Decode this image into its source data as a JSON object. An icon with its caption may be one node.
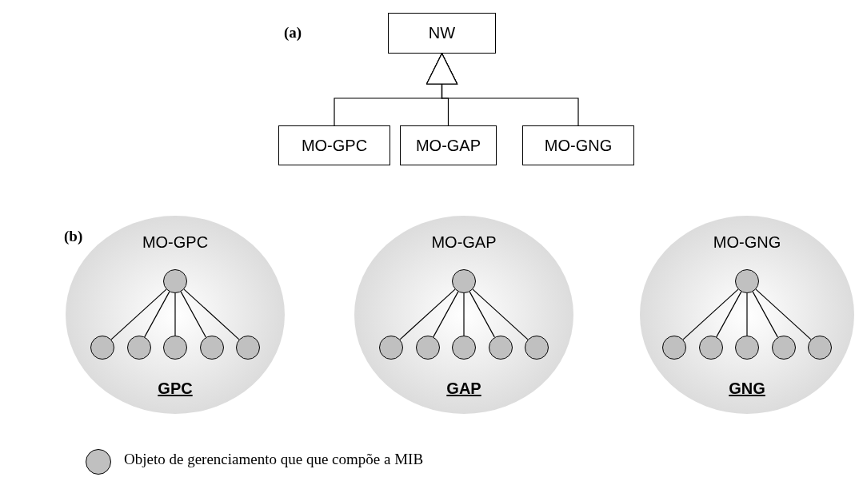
{
  "diagram": {
    "nodes": [
      {
        "text": [
          "NW"
        ]
      },
      {
        "text": [
          "MO-GPC"
        ]
      },
      {
        "text": [
          "MO-GAP"
        ]
      },
      {
        "text": [
          "MO-GNG"
        ]
      },
      {
        "text": [
          "MO-GPC",
          "GPC"
        ]
      },
      {
        "text": [],
        "shape": "circle",
        "in": 4
      },
      {
        "text": [],
        "shape": "circle",
        "in": 4
      },
      {
        "text": [],
        "shape": "circle",
        "in": 4
      },
      {
        "text": [],
        "shape": "circle",
        "in": 4
      },
      {
        "text": [],
        "shape": "circle",
        "in": 4
      },
      {
        "text": [],
        "shape": "circle",
        "in": 4
      },
      {
        "text": [
          "MO-GAP",
          "GAP"
        ]
      },
      {
        "text": [],
        "shape": "circle",
        "in": 11
      },
      {
        "text": [],
        "shape": "circle",
        "in": 11
      },
      {
        "text": [],
        "shape": "circle",
        "in": 11
      },
      {
        "text": [],
        "shape": "circle",
        "in": 11
      },
      {
        "text": [],
        "shape": "circle",
        "in": 11
      },
      {
        "text": [],
        "shape": "circle",
        "in": 11
      },
      {
        "text": [
          "MO-GNG",
          "GNG"
        ]
      },
      {
        "text": [],
        "shape": "circle",
        "in": 18
      },
      {
        "text": [],
        "shape": "circle",
        "in": 18
      },
      {
        "text": [],
        "shape": "circle",
        "in": 18
      },
      {
        "text": [],
        "shape": "circle",
        "in": 18
      },
      {
        "text": [],
        "shape": "circle",
        "in": 18
      },
      {
        "text": [],
        "shape": "circle",
        "in": 18
      }
    ],
    "edges": [
      {
        "from": 1,
        "to": 0,
        "arrow": "to"
      },
      {
        "from": 2,
        "to": 0,
        "arrow": "to"
      },
      {
        "from": 3,
        "to": 0,
        "arrow": "to"
      },
      {
        "from": 5,
        "to": 6,
        "arrow": "none"
      },
      {
        "from": 5,
        "to": 7,
        "arrow": "none"
      },
      {
        "from": 5,
        "to": 8,
        "arrow": "none"
      },
      {
        "from": 5,
        "to": 9,
        "arrow": "none"
      },
      {
        "from": 5,
        "to": 10,
        "arrow": "none"
      },
      {
        "from": 12,
        "to": 13,
        "arrow": "none"
      },
      {
        "from": 12,
        "to": 14,
        "arrow": "none"
      },
      {
        "from": 12,
        "to": 15,
        "arrow": "none"
      },
      {
        "from": 12,
        "to": 16,
        "arrow": "none"
      },
      {
        "from": 12,
        "to": 17,
        "arrow": "none"
      },
      {
        "from": 19,
        "to": 20,
        "arrow": "none"
      },
      {
        "from": 19,
        "to": 21,
        "arrow": "none"
      },
      {
        "from": 19,
        "to": 22,
        "arrow": "none"
      },
      {
        "from": 19,
        "to": 23,
        "arrow": "none"
      },
      {
        "from": 19,
        "to": 24,
        "arrow": "none"
      }
    ],
    "labels": [
      "(a)",
      "(b)"
    ],
    "legend": [
      {
        "text": "Objeto de gerenciamento que que compõe a MIB"
      }
    ]
  }
}
